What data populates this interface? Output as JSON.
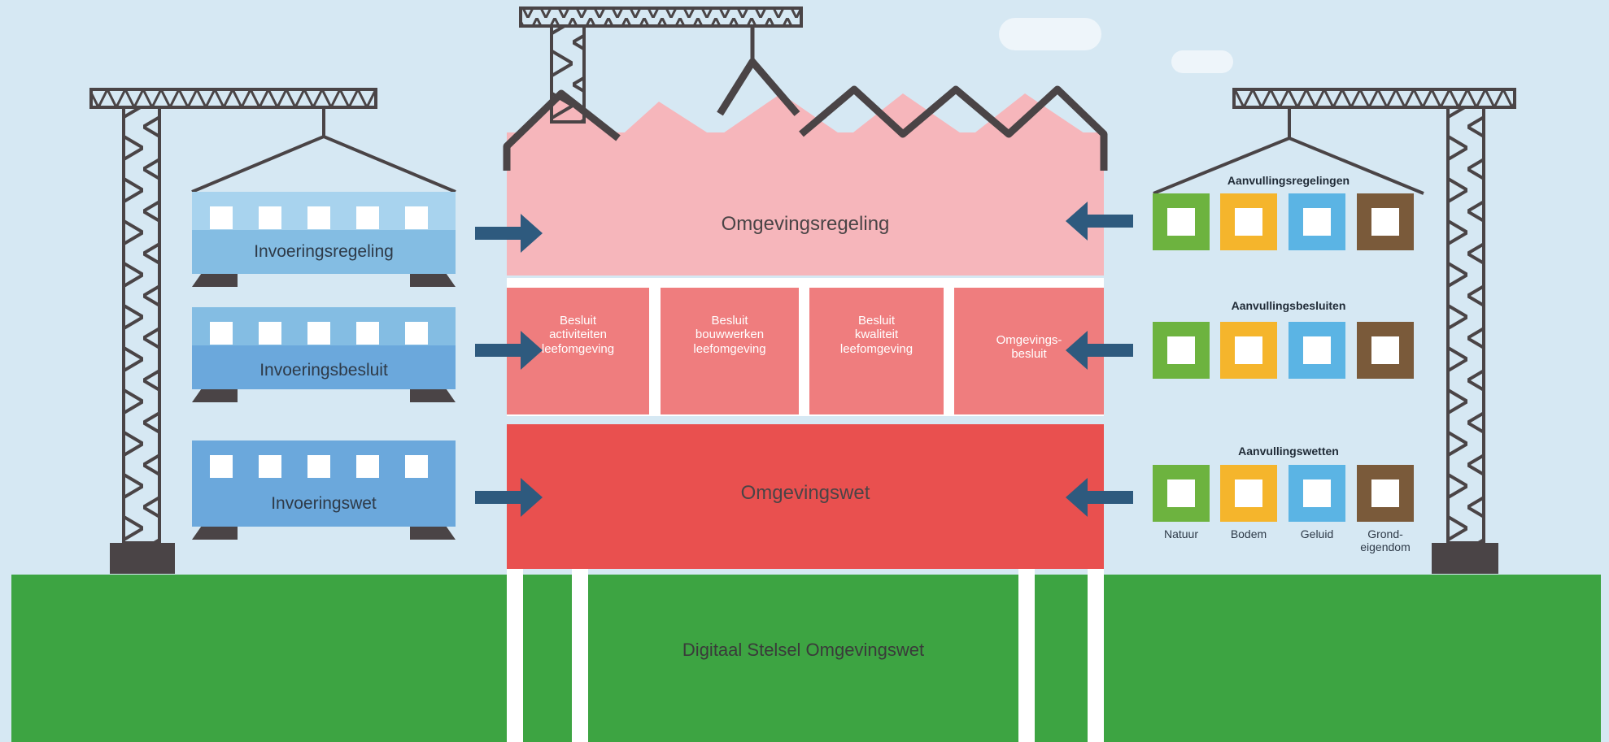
{
  "building": {
    "top_label": "Omgevingsregeling",
    "middle": [
      [
        "Besluit",
        "activiteiten",
        "leefomgeving"
      ],
      [
        "Besluit",
        "bouwwerken",
        "leefomgeving"
      ],
      [
        "Besluit",
        "kwaliteit",
        "leefomgeving"
      ],
      [
        "Omgevings-",
        "besluit"
      ]
    ],
    "bottom_label": "Omgevingswet"
  },
  "ground": {
    "label": "Digitaal Stelsel Omgevingswet"
  },
  "left_wagons": [
    "Invoeringsregeling",
    "Invoeringsbesluit",
    "Invoeringswet"
  ],
  "right_groups": {
    "titles": [
      "Aanvullingsregelingen",
      "Aanvullingsbesluiten",
      "Aanvullingswetten"
    ],
    "items": [
      "Natuur",
      "Bodem",
      "Geluid",
      [
        "Grond-",
        "eigendom"
      ]
    ]
  },
  "colors": {
    "sky": "#d6e8f3",
    "ground": "#3da442",
    "top_floor": "#f6b6bb",
    "middle_floor": "#ef7d7e",
    "bottom_floor": "#e9504f",
    "arrow": "#2e5a7e",
    "crane": "#4a4446",
    "wagon_light": "#a8d3ee",
    "wagon_mid": "#84bde3",
    "wagon_dark": "#6ba8dc",
    "natuur": "#6db33f",
    "bodem": "#f5b52c",
    "geluid": "#5bb4e4",
    "grondeigendom": "#7a5a3a"
  }
}
